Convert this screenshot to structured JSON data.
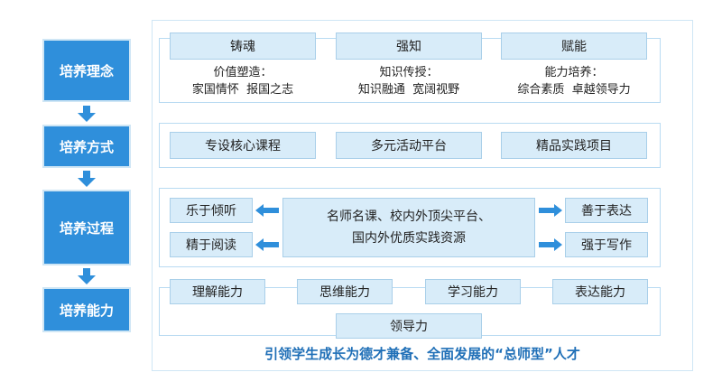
{
  "stages": [
    {
      "label": "培养理念"
    },
    {
      "label": "培养方式"
    },
    {
      "label": "培养过程"
    },
    {
      "label": "培养能力"
    }
  ],
  "philosophy": [
    {
      "title": "铸魂",
      "line1": "价值塑造：",
      "line2": "家国情怀  报国之志"
    },
    {
      "title": "强知",
      "line1": "知识传授：",
      "line2": "知识融通  宽阔视野"
    },
    {
      "title": "赋能",
      "line1": "能力培养：",
      "line2": "综合素质  卓越领导力"
    }
  ],
  "methods": [
    "专设核心课程",
    "多元活动平台",
    "精品实践项目"
  ],
  "process": {
    "center_line1": "名师名课、校内外顶尖平台、",
    "center_line2": "国内外优质实践资源",
    "left": [
      "乐于倾听",
      "精于阅读"
    ],
    "right": [
      "善于表达",
      "强于写作"
    ]
  },
  "abilities": [
    "理解能力",
    "思维能力",
    "学习能力",
    "表达能力",
    "领导力"
  ],
  "footer": "引领学生成长为德才兼备、全面发展的“总师型”人才",
  "colors": {
    "accent": "#2f8fdb",
    "pill": "#d8ecf9",
    "footer_text": "#1f6fb7"
  }
}
